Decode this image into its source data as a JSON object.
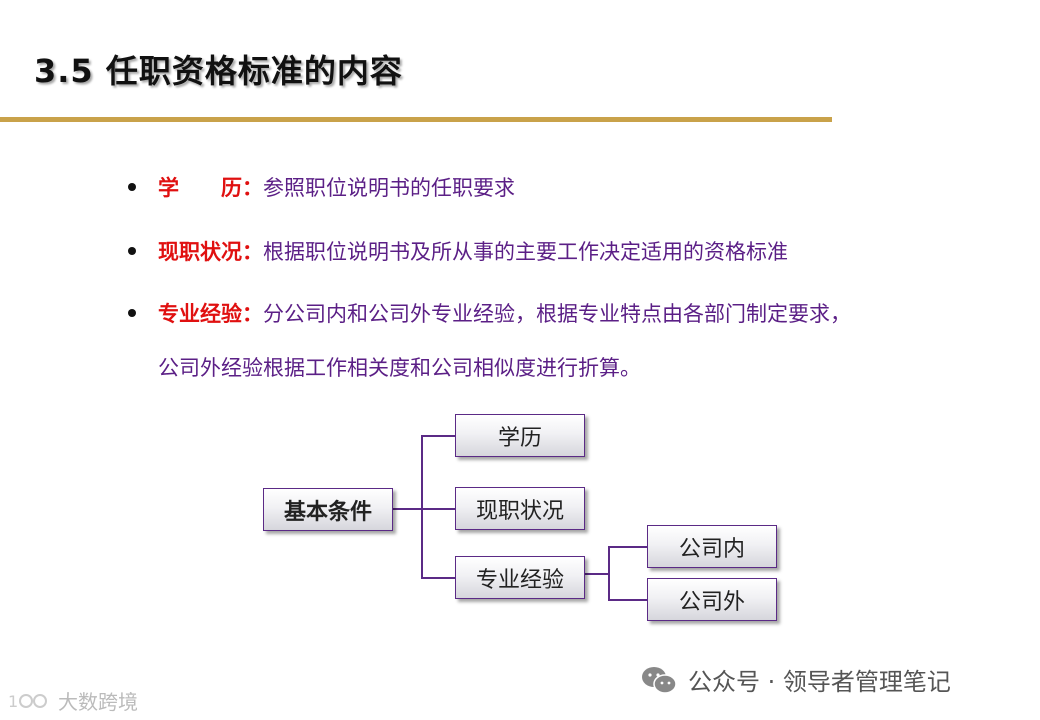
{
  "slide": {
    "title": "3.5  任职资格标准的内容"
  },
  "bullets": [
    {
      "label": "学　　历：",
      "text": "参照职位说明书的任职要求"
    },
    {
      "label": "现职状况：",
      "text": "根据职位说明书及所从事的主要工作决定适用的资格标准"
    },
    {
      "label": "专业经验：",
      "text": "分公司内和公司外专业经验，根据专业特点由各部门制定要求，"
    }
  ],
  "bullet_continuation": "公司外经验根据工作相关度和公司相似度进行折算。",
  "diagram": {
    "root": "基本条件",
    "children": [
      "学历",
      "现职状况",
      "专业经验"
    ],
    "grandchildren": [
      "公司内",
      "公司外"
    ]
  },
  "footer": {
    "source": "公众号 · 领导者管理笔记",
    "icon": "wechat-icon"
  },
  "watermark": "大数跨境",
  "colors": {
    "accent_rule": "#c9a24a",
    "label_red": "#e01010",
    "text_purple": "#5b1f86"
  }
}
